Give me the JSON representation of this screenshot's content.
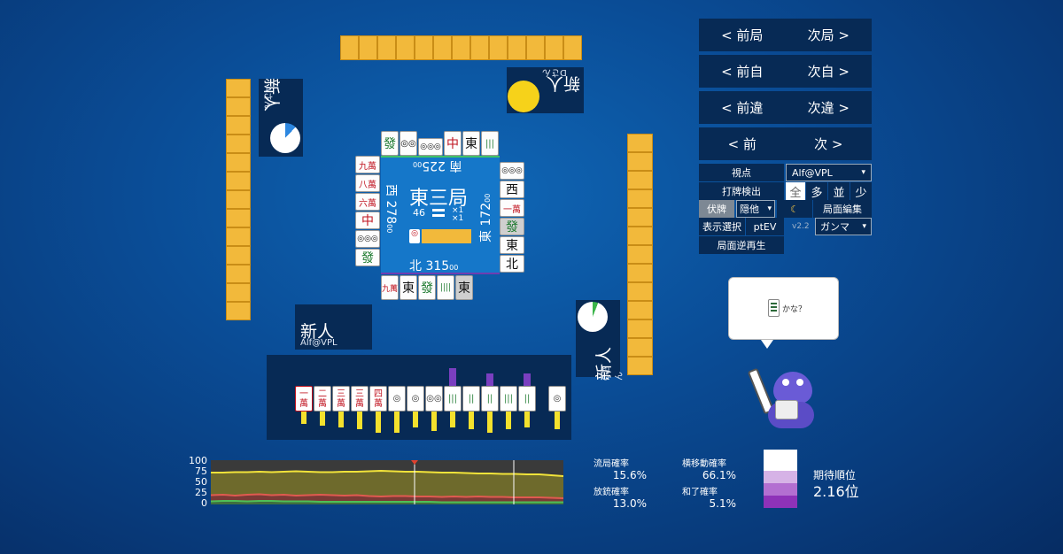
{
  "nav": {
    "prev_round": "< 前局",
    "next_round": "次局 >",
    "prev_self": "< 前自",
    "next_self": "次自 >",
    "prev_diff": "< 前違",
    "next_diff": "次違 >",
    "prev": "< 前",
    "next": "次 >"
  },
  "controls": {
    "viewpoint_label": "視点",
    "viewpoint_value": "Alf@VPL",
    "discard_detect": "打牌検出",
    "filter_all": "全",
    "filter_many": "多",
    "filter_avg": "並",
    "filter_few": "少",
    "hidden_tiles": "伏牌",
    "hidden_other": "隠他",
    "moon_icon": "☾",
    "edit_board": "局面編集",
    "display_select": "表示選択",
    "ptev": "ptEV",
    "version": "v2.2",
    "gamma": "ガンマ",
    "replay_reverse": "局面逆再生"
  },
  "players": {
    "top": {
      "name": "新人",
      "sub": "Dさん"
    },
    "left": {
      "name": "新人",
      "sub": "Aさん"
    },
    "right": {
      "name": "新人",
      "sub": "Cさん"
    },
    "self": {
      "name": "新人",
      "sub": "Alf@VPL"
    }
  },
  "board": {
    "round": "東三局",
    "honba": "46",
    "counter_a": "×1",
    "counter_b": "×1",
    "score_south": "南 225",
    "score_south_small": "00",
    "score_west": "西 278",
    "score_west_small": "00",
    "score_east": "東 172",
    "score_east_small": "00",
    "score_north": "北 315",
    "score_north_small": "00"
  },
  "speech": {
    "text": "かな？"
  },
  "graph": {
    "y_ticks": [
      "100",
      "75",
      "50",
      "25",
      "0"
    ],
    "yellow_series": [
      72,
      72,
      73,
      73,
      74,
      73,
      74,
      75,
      74,
      73,
      73,
      74,
      74,
      75,
      76,
      75,
      74,
      74,
      73,
      72,
      72,
      71,
      70,
      70,
      69,
      69,
      68,
      68,
      66,
      64
    ],
    "red_series": [
      21,
      22,
      20,
      22,
      23,
      21,
      22,
      20,
      21,
      22,
      21,
      20,
      21,
      19,
      18,
      19,
      19,
      18,
      18,
      17,
      18,
      17,
      18,
      17,
      17,
      16,
      16,
      16,
      15,
      14
    ],
    "green_series": [
      7,
      8,
      8,
      7,
      8,
      8,
      7,
      7,
      7,
      6,
      6,
      6,
      6,
      6,
      6,
      6,
      6,
      6,
      6,
      5,
      5,
      5,
      5,
      5,
      5,
      5,
      5,
      5,
      5,
      5
    ]
  },
  "stats": {
    "draw_label": "流局確率",
    "draw_value": "15.6%",
    "lateral_label": "横移動確率",
    "lateral_value": "66.1%",
    "dealin_label": "放銃確率",
    "dealin_value": "13.0%",
    "win_label": "和了確率",
    "win_value": "5.1%",
    "rank_label": "期待順位",
    "rank_value": "2.16位"
  },
  "colors": {
    "accent_yellow": "#f2b93b",
    "panel": "#072a55",
    "center": "#1577c9"
  }
}
